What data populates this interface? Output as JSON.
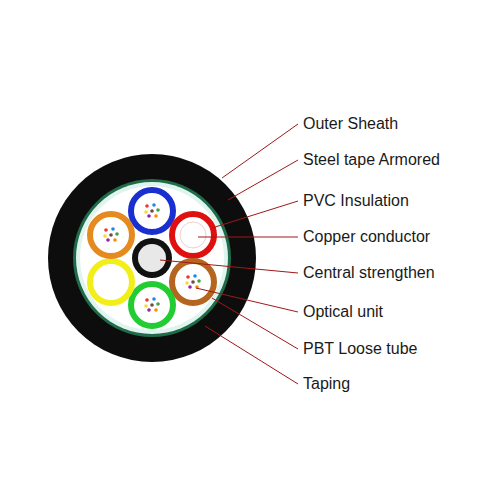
{
  "diagram": {
    "labels": [
      "Outer Sheath",
      "Steel tape Armored",
      "PVC Insulation",
      "Copper conductor",
      "Central strengthen",
      "Optical unit",
      "PBT Loose tube",
      "Taping"
    ]
  }
}
